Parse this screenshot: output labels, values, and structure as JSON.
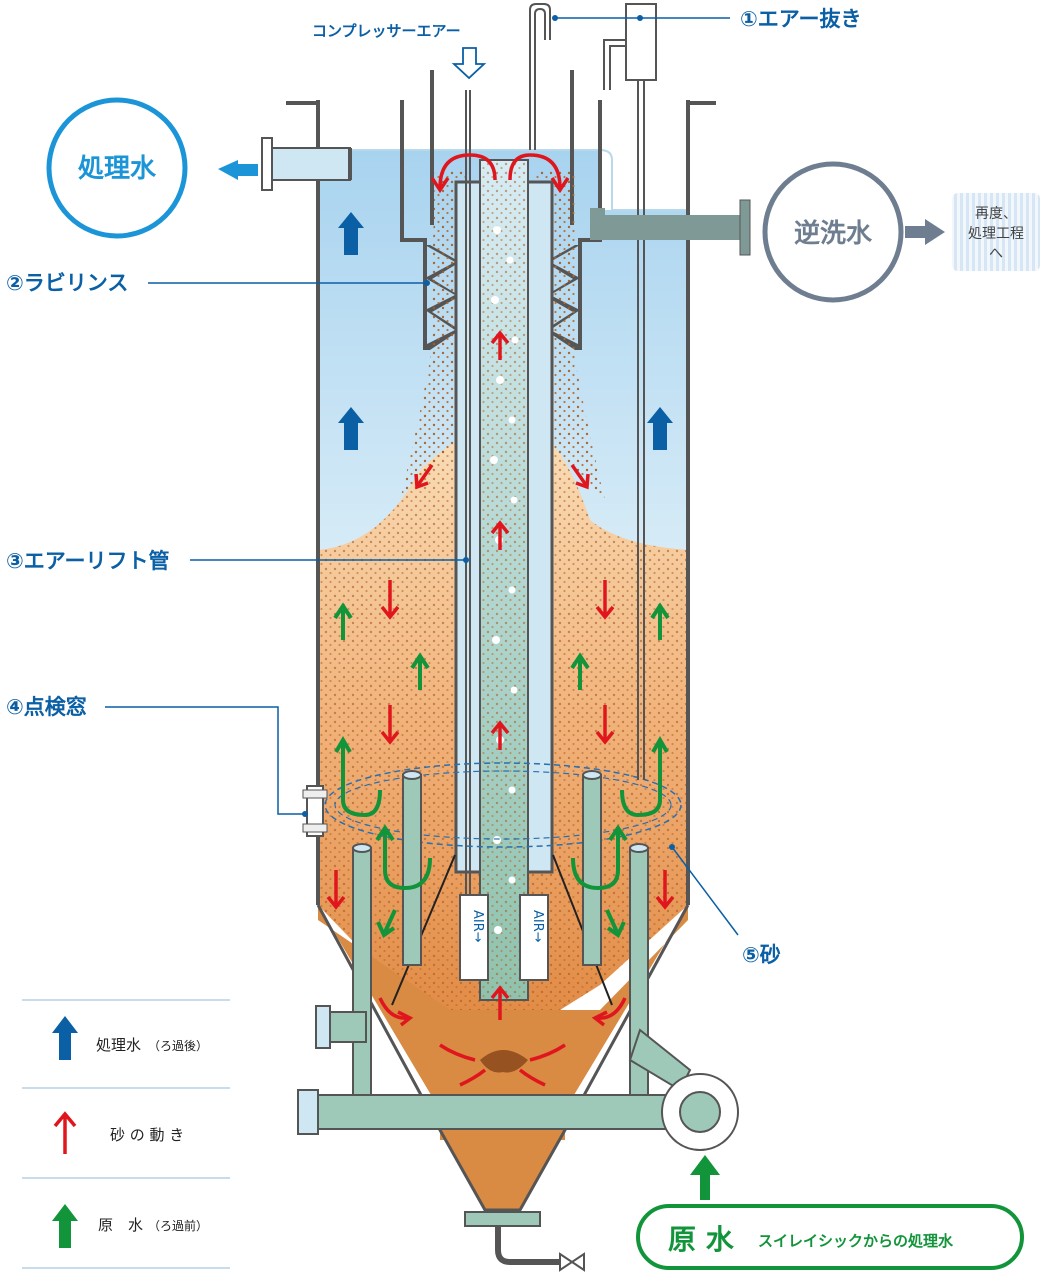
{
  "labels": {
    "compressor_air": "コンプレッサーエアー",
    "air_vent": "①エアー抜き",
    "labyrinth": "②ラビリンス",
    "air_lift_pipe": "③エアーリフト管",
    "inspection_window": "④点検窓",
    "sand": "⑤砂",
    "treated_water": "処理水",
    "backwash_water": "逆洗水",
    "reprocess_line1": "再度、",
    "reprocess_line2": "処理工程",
    "reprocess_line3": "へ",
    "raw_water": "原 水",
    "raw_water_sub": "スイレイシックからの処理水",
    "air_tag": "AIR→"
  },
  "legend": [
    {
      "label": "処理水",
      "note": "（ろ過後）",
      "color": "#0a5fa5"
    },
    {
      "label": "砂 の 動 き",
      "note": "",
      "color": "#e0161e"
    },
    {
      "label": "原　水",
      "note": "（ろ過前）",
      "color": "#12943a"
    }
  ],
  "colors": {
    "label_blue": "#0a5fa5",
    "treated_circle": "#1b95d8",
    "backwash_gray": "#6e7e90",
    "raw_green": "#12943a",
    "sand_arrow_red": "#e0161e",
    "pipe": "#9ec9b8"
  }
}
